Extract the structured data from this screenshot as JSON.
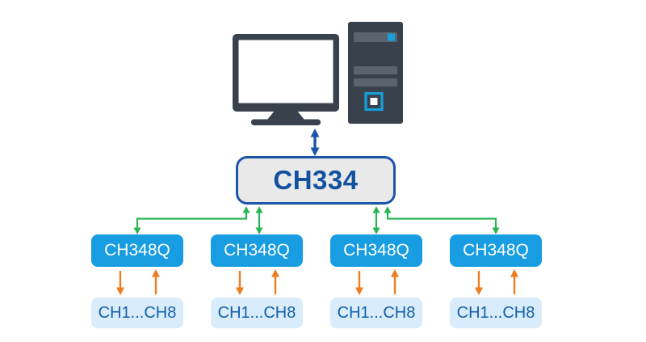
{
  "diagram": {
    "title_none": "",
    "host": {
      "icon": "desktop-computer-icon"
    },
    "hub": {
      "label": "CH334"
    },
    "columns": [
      {
        "controller_label": "CH348Q",
        "channels_label": "CH1...CH8"
      },
      {
        "controller_label": "CH348Q",
        "channels_label": "CH1...CH8"
      },
      {
        "controller_label": "CH348Q",
        "channels_label": "CH1...CH8"
      },
      {
        "controller_label": "CH348Q",
        "channels_label": "CH1...CH8"
      }
    ],
    "colors": {
      "hub_border": "#1b55a8",
      "hub_fill": "#e9e9e9",
      "hub_text": "#11519e",
      "controller_fill": "#189de2",
      "controller_text": "#ffffff",
      "channels_fill": "#d8ecfb",
      "channels_text": "#1460ac",
      "usb_arrow_blue": "#1b55a8",
      "hub_link_green": "#2bb356",
      "serial_arrow_orange": "#ee7c20",
      "computer_body": "#39424c",
      "computer_detail": "#5b636d",
      "computer_accent": "#14a0dc",
      "background": "#ffffff"
    }
  }
}
